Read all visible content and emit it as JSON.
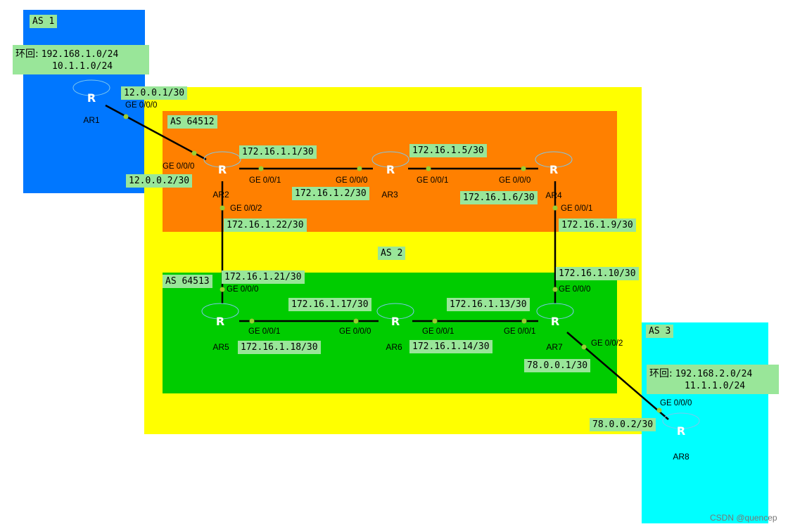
{
  "regions": {
    "as1": {
      "label": "AS 1",
      "color": "#0077ff"
    },
    "as2": {
      "label": "AS 2",
      "color": "#ffff00"
    },
    "as64512": {
      "label": "AS 64512",
      "color": "#ff8000"
    },
    "as64513": {
      "label": "AS 64513",
      "color": "#00cc00"
    },
    "as3": {
      "label": "AS 3",
      "color": "#00ffff"
    }
  },
  "routers": {
    "ar1": "AR1",
    "ar2": "AR2",
    "ar3": "AR3",
    "ar4": "AR4",
    "ar5": "AR5",
    "ar6": "AR6",
    "ar7": "AR7",
    "ar8": "AR8"
  },
  "loopbacks": {
    "as1": {
      "prefix": "环回:",
      "line1": "192.168.1.0/24",
      "line2": "10.1.1.0/24"
    },
    "as3": {
      "prefix": "环回:",
      "line1": "192.168.2.0/24",
      "line2": "11.1.1.0/24"
    }
  },
  "ip_labels": {
    "ar1_g000": "12.0.0.1/30",
    "ar2_g000": "12.0.0.2/30",
    "ar2_g001": "172.16.1.1/30",
    "ar3_g000": "172.16.1.2/30",
    "ar3_g001": "172.16.1.5/30",
    "ar4_g000": "172.16.1.6/30",
    "ar4_g001": "172.16.1.9/30",
    "ar2_g002": "172.16.1.22/30",
    "ar5_g000": "172.16.1.21/30",
    "ar5_g001": "172.16.1.18/30",
    "ar6_g000": "172.16.1.17/30",
    "ar6_g001": "172.16.1.14/30",
    "ar7_g001": "172.16.1.13/30",
    "ar7_g000": "172.16.1.10/30",
    "ar7_g002": "78.0.0.1/30",
    "ar8_g000": "78.0.0.2/30"
  },
  "ports": {
    "ar1_g000": "GE 0/0/0",
    "ar2_g000": "GE 0/0/0",
    "ar2_g001": "GE 0/0/1",
    "ar2_g002": "GE 0/0/2",
    "ar3_g000": "GE 0/0/0",
    "ar3_g001": "GE 0/0/1",
    "ar4_g000": "GE 0/0/0",
    "ar4_g001": "GE 0/0/1",
    "ar5_g000": "GE 0/0/0",
    "ar5_g001": "GE 0/0/1",
    "ar6_g000": "GE 0/0/0",
    "ar6_g001": "GE 0/0/1",
    "ar7_g001": "GE 0/0/1",
    "ar7_g000": "GE 0/0/0",
    "ar7_g002": "GE 0/0/2",
    "ar8_g000": "GE 0/0/0"
  },
  "watermark": "CSDN @quencep",
  "link_color": "#000000",
  "port_dot_color": "#9acd32"
}
